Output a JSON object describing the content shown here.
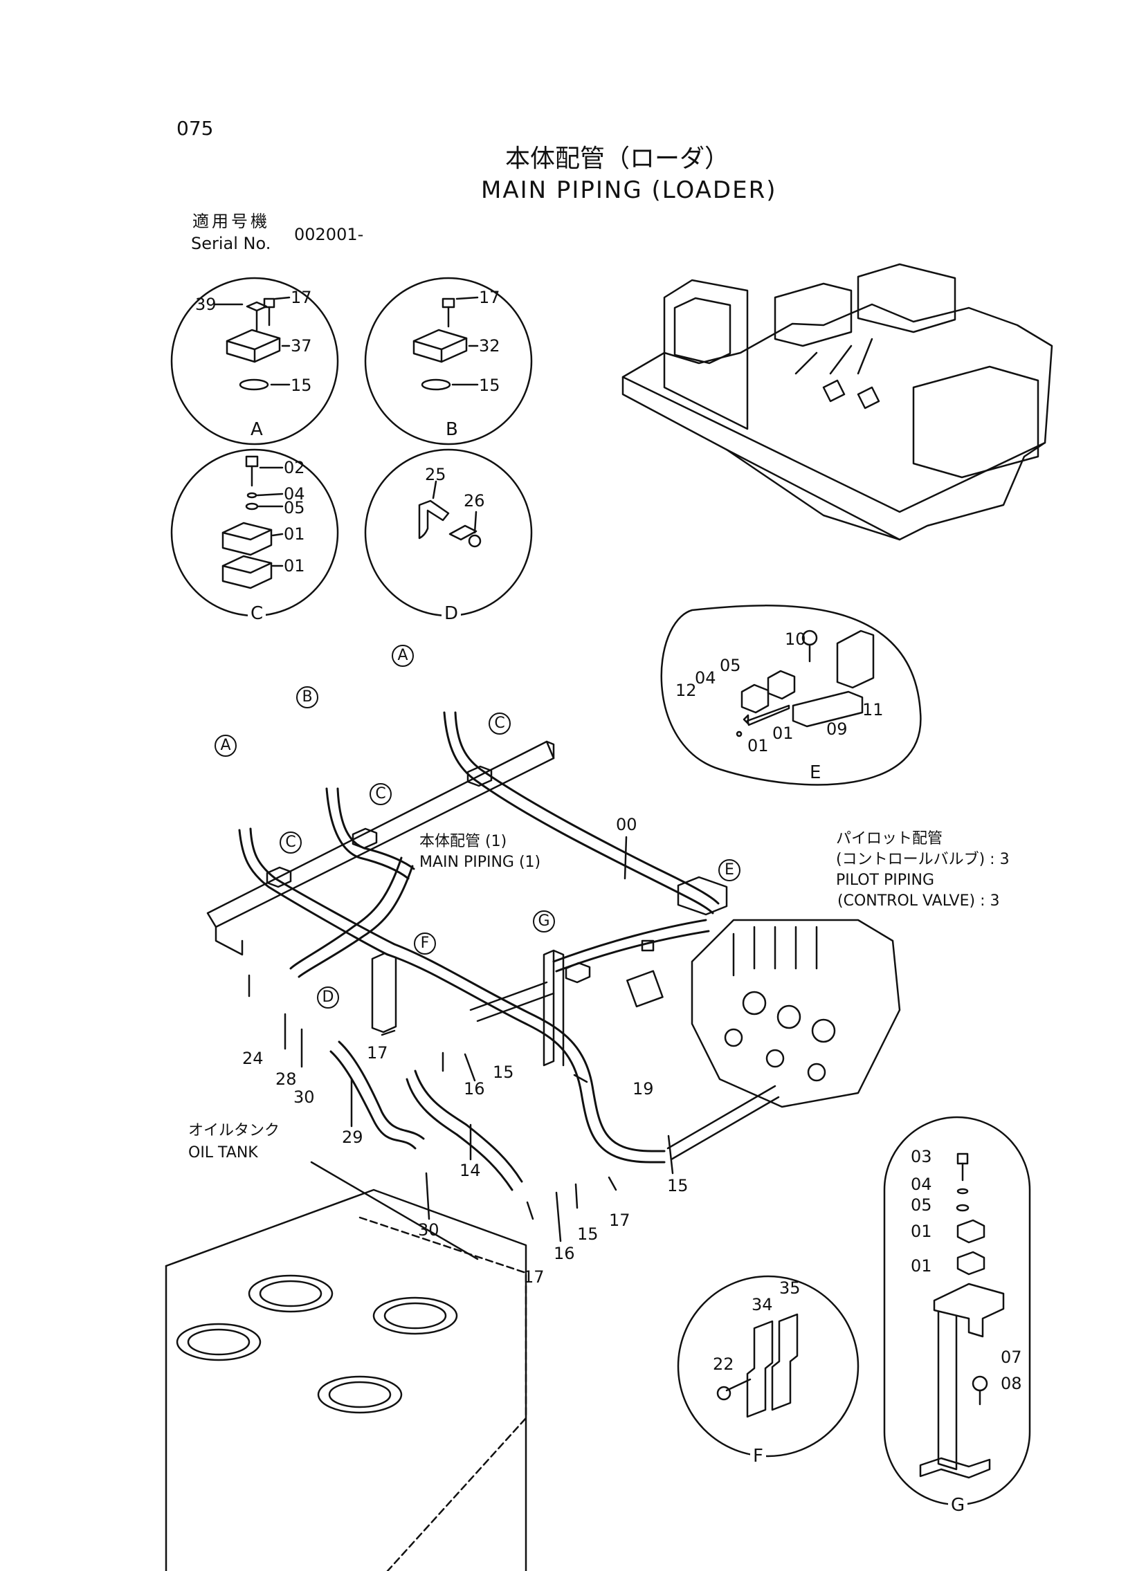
{
  "page": {
    "number": "075",
    "title_jp": "本体配管（ローダ）",
    "title_en": "MAIN PIPING (LOADER)",
    "serial_label_jp": "適用号機",
    "serial_label_en": "Serial No.",
    "serial_value": "002001-"
  },
  "details": {
    "A": {
      "letter": "A",
      "parts": [
        "39",
        "17",
        "37",
        "15"
      ]
    },
    "B": {
      "letter": "B",
      "parts": [
        "17",
        "32",
        "15"
      ]
    },
    "C": {
      "letter": "C",
      "parts": [
        "02",
        "04",
        "05",
        "01",
        "01"
      ]
    },
    "D": {
      "letter": "D",
      "parts": [
        "25",
        "26"
      ]
    },
    "E": {
      "letter": "E",
      "parts": [
        "10",
        "05",
        "04",
        "12",
        "01",
        "01",
        "09",
        "11"
      ]
    },
    "F": {
      "letter": "F",
      "parts": [
        "34",
        "35",
        "22"
      ]
    },
    "G": {
      "letter": "G",
      "parts": [
        "03",
        "04",
        "05",
        "01",
        "01",
        "07",
        "08"
      ]
    }
  },
  "main": {
    "bubbles": [
      "A",
      "B",
      "A",
      "C",
      "C",
      "C",
      "E",
      "F",
      "G",
      "D"
    ],
    "main_piping_jp": "本体配管 (1)",
    "main_piping_en": "MAIN PIPING (1)",
    "pilot_jp": "パイロット配管",
    "pilot_jp2": "(コントロールバルブ) : 3",
    "pilot_en": "PILOT PIPING",
    "pilot_en2": "(CONTROL VALVE) : 3",
    "oil_tank_jp": "オイルタンク",
    "oil_tank_en": "OIL TANK",
    "parts": [
      "00",
      "24",
      "28",
      "30",
      "17",
      "16",
      "15",
      "19",
      "29",
      "14",
      "30",
      "17",
      "16",
      "15",
      "17",
      "15"
    ]
  }
}
